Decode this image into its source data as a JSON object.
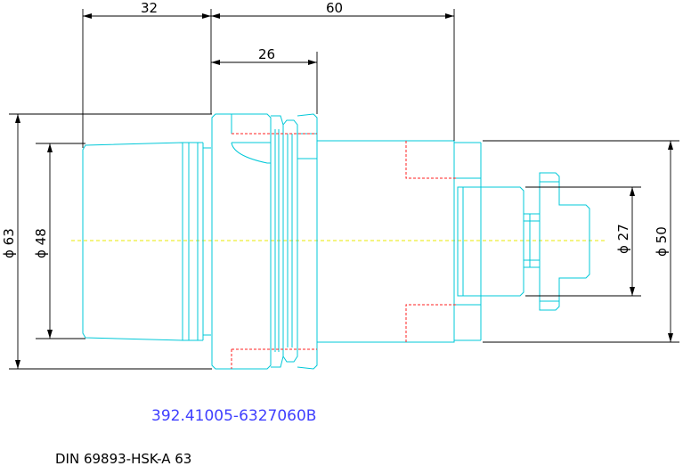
{
  "dimensions": {
    "len_32": "32",
    "len_60": "60",
    "len_26": "26",
    "dia_63": "ϕ 63",
    "dia_48": "ϕ 48",
    "dia_27": "ϕ 27",
    "dia_50": "ϕ 50"
  },
  "part_number": "392.41005-6327060B",
  "standard": "DIN 69893-HSK-A 63",
  "colors": {
    "outline": "#00c8d8",
    "hidden": "#ff2020",
    "centerline": "#e8e800",
    "dimension": "#000000",
    "part_number": "#4040ff"
  }
}
